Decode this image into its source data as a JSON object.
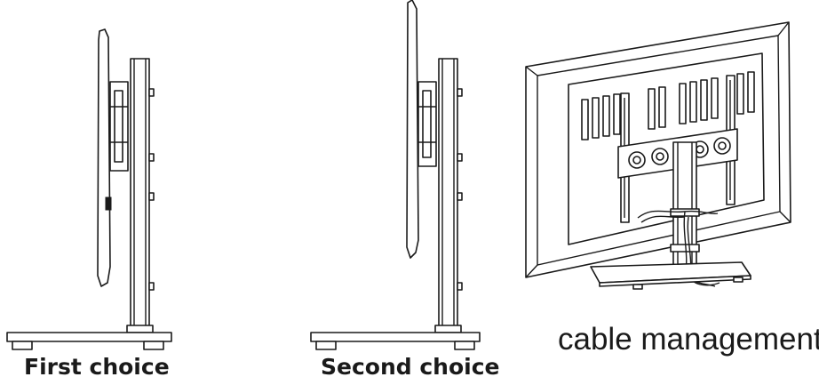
{
  "panels": [
    {
      "caption": "First choice"
    },
    {
      "caption": "Second choice"
    },
    {
      "caption": "cable management"
    }
  ]
}
